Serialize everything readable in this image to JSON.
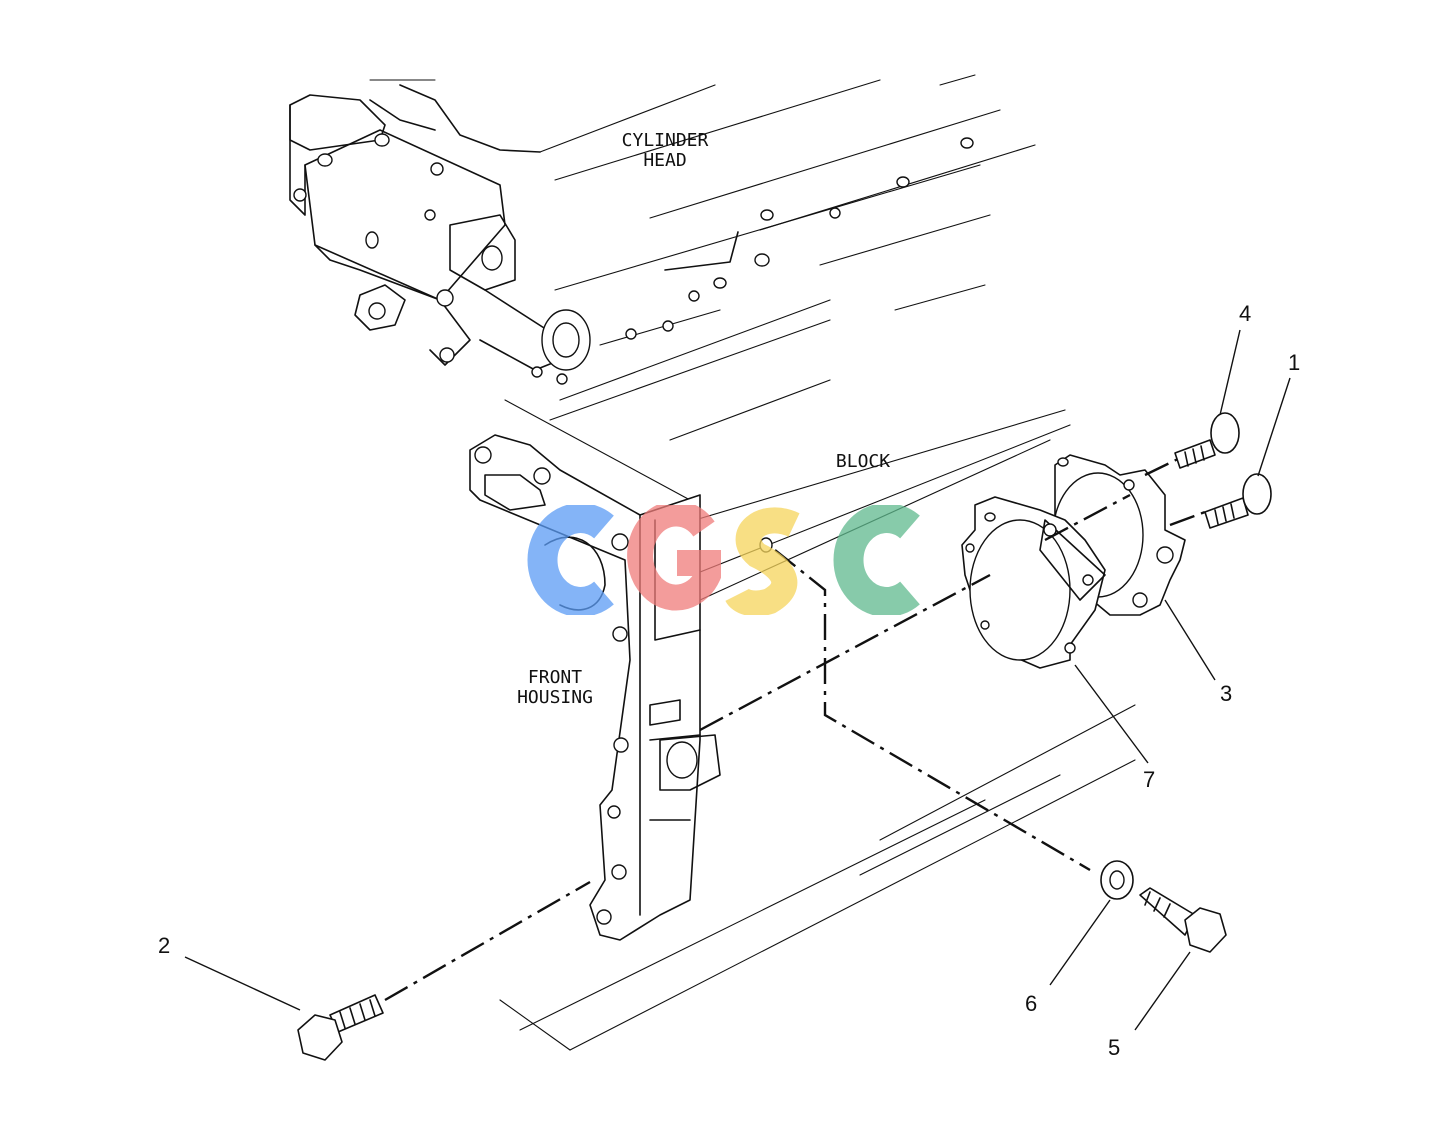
{
  "labels": {
    "cylinder_head": [
      "CYLINDER",
      "HEAD"
    ],
    "block": "BLOCK",
    "front_housing": [
      "FRONT",
      "HOUSING"
    ]
  },
  "callouts": [
    "1",
    "2",
    "3",
    "4",
    "5",
    "6",
    "7"
  ],
  "watermark": {
    "letters": [
      "C",
      "G",
      "S",
      "C"
    ],
    "colors": [
      "#5b9cf5",
      "#ef7c7a",
      "#f6d55c",
      "#5fb98e"
    ]
  }
}
